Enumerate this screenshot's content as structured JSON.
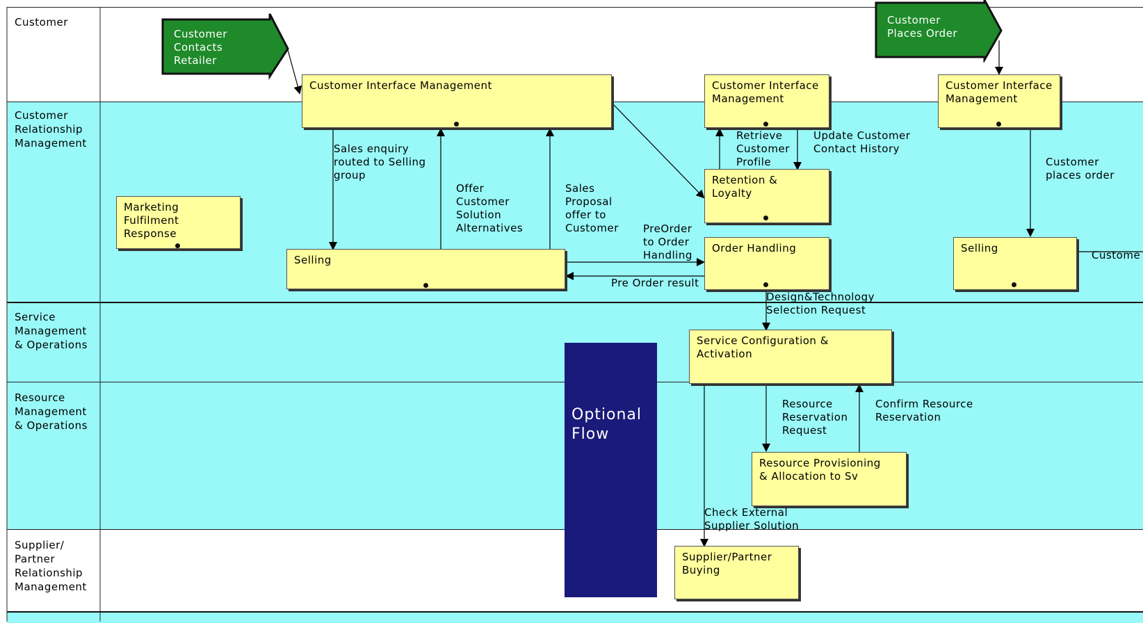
{
  "lanes": [
    {
      "label": "Customer",
      "bg": "#ffffff"
    },
    {
      "label": "Customer\nRelationship\nManagement",
      "bg": "#99f8f8"
    },
    {
      "label": "Service\nManagement\n& Operations",
      "bg": "#99f8f8"
    },
    {
      "label": "Resource\nManagement\n& Operations",
      "bg": "#99f8f8"
    },
    {
      "label": "Supplier/\nPartner\nRelationship\nManagement",
      "bg": "#ffffff"
    }
  ],
  "triggers": {
    "contacts": "Customer\nContacts\nRetailer",
    "places": "Customer\nPlaces Order",
    "color": "#1f8a2a"
  },
  "boxes": {
    "cim_main": "Customer Interface Management",
    "cim_mid": "Customer Interface\nManagement",
    "cim_right": "Customer Interface\nManagement",
    "marketing": "Marketing\nFulfilment\nResponse",
    "selling_main": "Selling",
    "retention": "Retention &\nLoyalty",
    "order_handling": "Order Handling",
    "selling_right": "Selling",
    "service_config": "Service Configuration &\nActivation",
    "resource_prov": "Resource Provisioning\n& Allocation to Sv",
    "supplier_buying": "Supplier/Partner\nBuying"
  },
  "labels": {
    "sales_enquiry": "Sales enquiry\nrouted to Selling\ngroup",
    "offer_solution": "Offer\nCustomer\nSolution\nAlternatives",
    "sales_proposal": "Sales\nProposal\noffer to\nCustomer",
    "preorder": "PreOrder\nto Order\nHandling",
    "preorder_result": "Pre Order result",
    "retrieve_profile": "Retrieve\nCustomer\nProfile",
    "update_history": "Update Customer\nContact History",
    "customer_places_order": "Customer\nplaces order",
    "customer_cut": "Custome",
    "design_tech": "Design&Technology\nSelection Request",
    "resource_reservation": "Resource\nReservation\nRequest",
    "confirm_reservation": "Confirm Resource\nReservation",
    "check_external": "Check External\nSupplier Solution"
  },
  "optional_flow": "Optional\nFlow",
  "colors": {
    "box": "#ffff9e",
    "lane": "#99f8f8",
    "optional": "#1a1a7a"
  }
}
